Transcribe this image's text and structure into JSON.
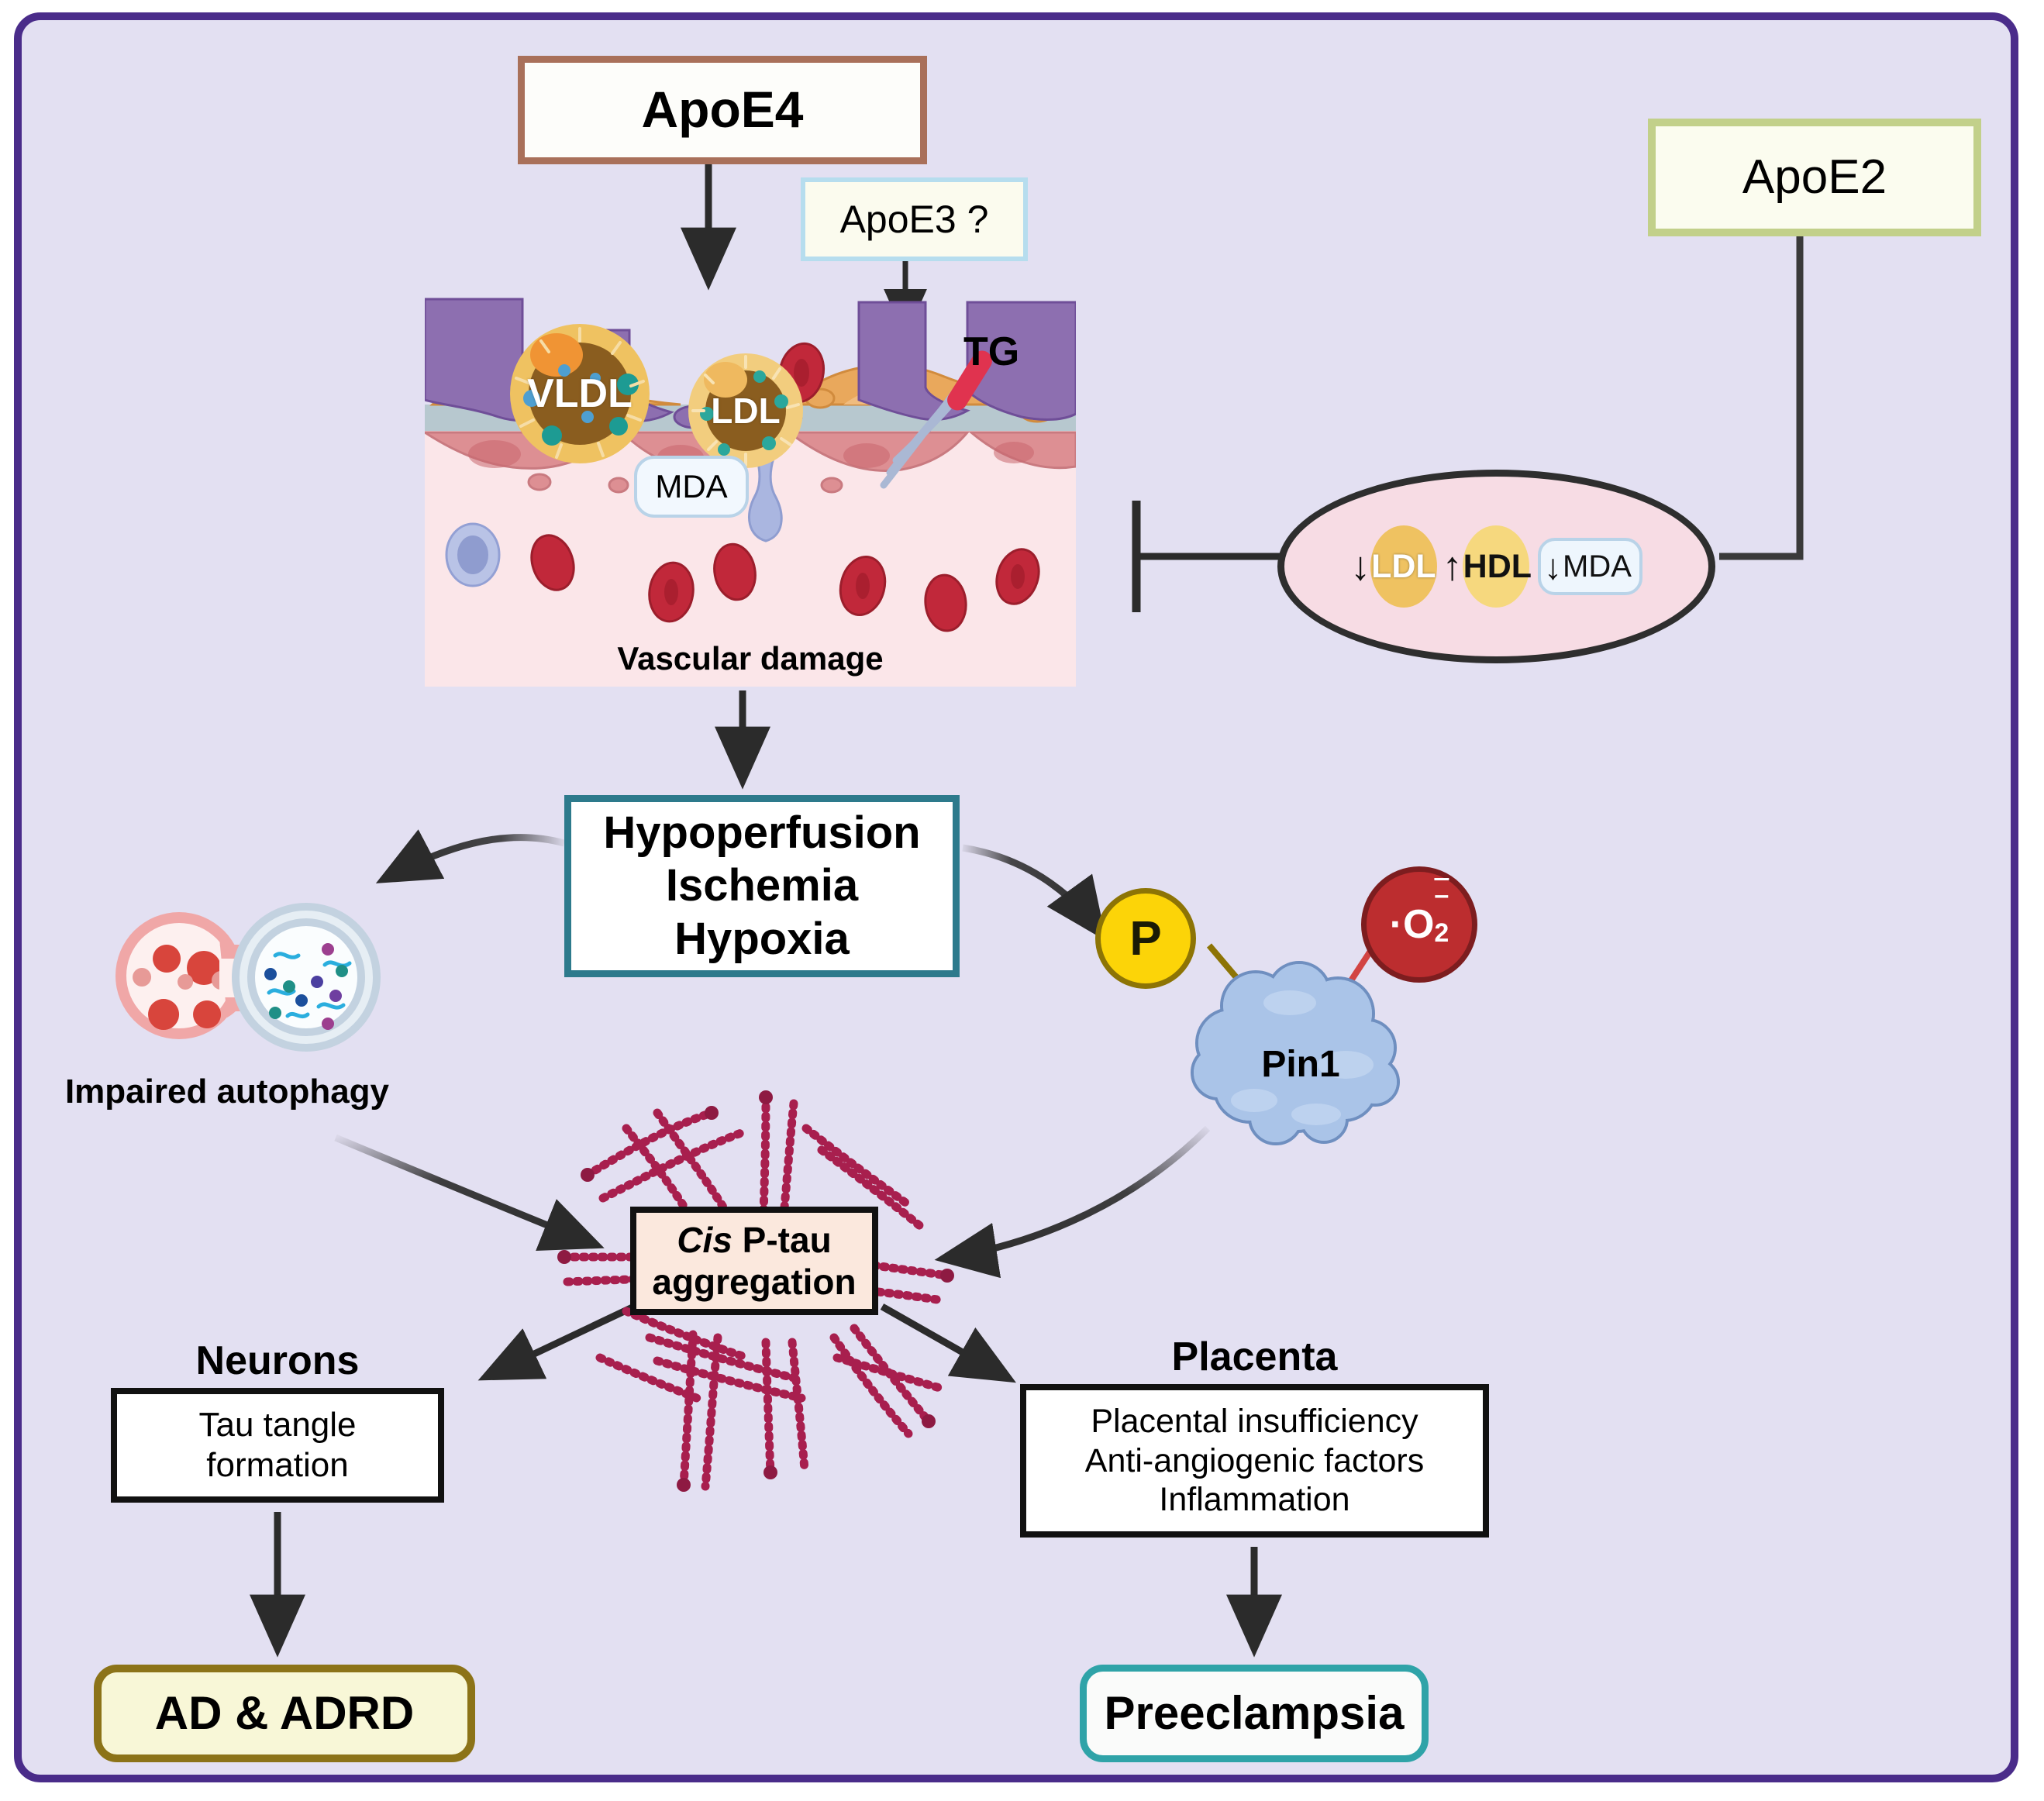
{
  "figure": {
    "background_color": "#e3e0f2",
    "border_color": "#4a2c8a"
  },
  "nodes": {
    "apoe4": {
      "label": "ApoE4",
      "border_color": "#a9705a",
      "fill_color": "#fdfdfa"
    },
    "apoe3": {
      "label": "ApoE3 ?",
      "border_color": "#b6ddee",
      "fill_color": "#fbfbee"
    },
    "apoe2": {
      "label": "ApoE2",
      "border_color": "#c2d08a",
      "fill_color": "#fbfcef"
    },
    "hypoperfusion": {
      "line1": "Hypoperfusion",
      "line2": "Ischemia",
      "line3": "Hypoxia",
      "border_color": "#2d7a8c",
      "fill_color": "#ffffff"
    },
    "cis_p_tau": {
      "line1_italic": "Cis",
      "line1_rest": " P-tau",
      "line2": "aggregation",
      "border_color": "#111111",
      "fill_color": "#fbe8dd"
    },
    "neurons": {
      "heading": "Neurons",
      "line1": "Tau tangle",
      "line2": "formation",
      "border_color": "#111111",
      "fill_color": "#ffffff"
    },
    "placenta": {
      "heading": "Placenta",
      "line1": "Placental insufficiency",
      "line2": "Anti-angiogenic factors",
      "line3": "Inflammation",
      "border_color": "#111111",
      "fill_color": "#ffffff"
    },
    "ad_adrd": {
      "label": "AD & ADRD",
      "border_color": "#8c7318",
      "fill_color": "#f8f7d7"
    },
    "preeclampsia": {
      "label": "Preeclampsia",
      "border_color": "#2fa3a8",
      "fill_color": "#fafbfa"
    }
  },
  "vascular": {
    "caption": "Vascular damage",
    "vldl_label": "VLDL",
    "ldl_label": "LDL",
    "mda_label": "MDA",
    "tg_label": "TG"
  },
  "effects_ellipse": {
    "fill_color": "#f7dce4",
    "border_color": "#2e2e2e",
    "items": [
      {
        "arrow": "↓",
        "label": "LDL"
      },
      {
        "arrow": "↑",
        "label": "HDL"
      },
      {
        "arrow": "↓",
        "label": "MDA"
      }
    ]
  },
  "autophagy": {
    "caption": "Impaired autophagy"
  },
  "pin1": {
    "label": "Pin1",
    "phosphate_label": "P",
    "phosphate_color": "#fcd408",
    "superoxide_prefix": "·O",
    "superoxide_sub": "2",
    "superoxide_charge": "–",
    "superoxide_color": "#bc2d2f",
    "body_color": "#aac4e8"
  }
}
